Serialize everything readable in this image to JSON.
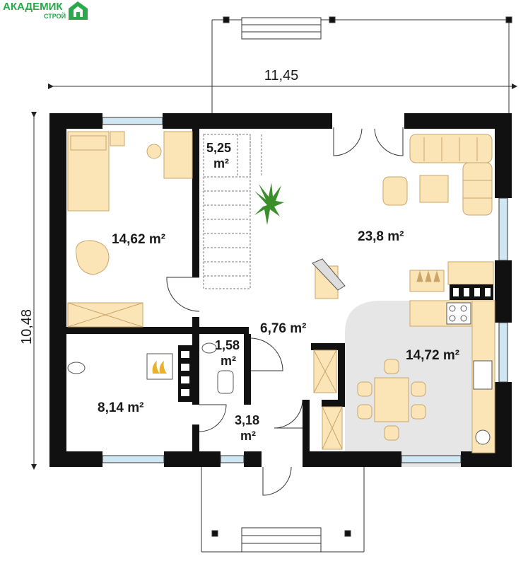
{
  "brand": {
    "name": "АКАДЕМИК",
    "sub": "СТРОЙ",
    "color": "#2aa84a"
  },
  "dimensions": {
    "width": "11,45",
    "height": "10,48"
  },
  "rooms": {
    "bedroom": "14,62 m²",
    "stair_hall": "5,25",
    "stair_hall_unit": "m²",
    "living": "23,8 m²",
    "hall": "6,76 m²",
    "wc": "1,58",
    "wc_unit": "m²",
    "kitchen": "14,72 m²",
    "bath": "8,14 m²",
    "vestibule": "3,18",
    "vestibule_unit": "m²"
  },
  "colors": {
    "wall": "#111111",
    "furniture": "#fbe5b7",
    "furniture_stroke": "#caa56a",
    "kitchen_floor": "#e6e6e6",
    "glass": "#cfe6f3",
    "plant": "#3a8f2a"
  }
}
